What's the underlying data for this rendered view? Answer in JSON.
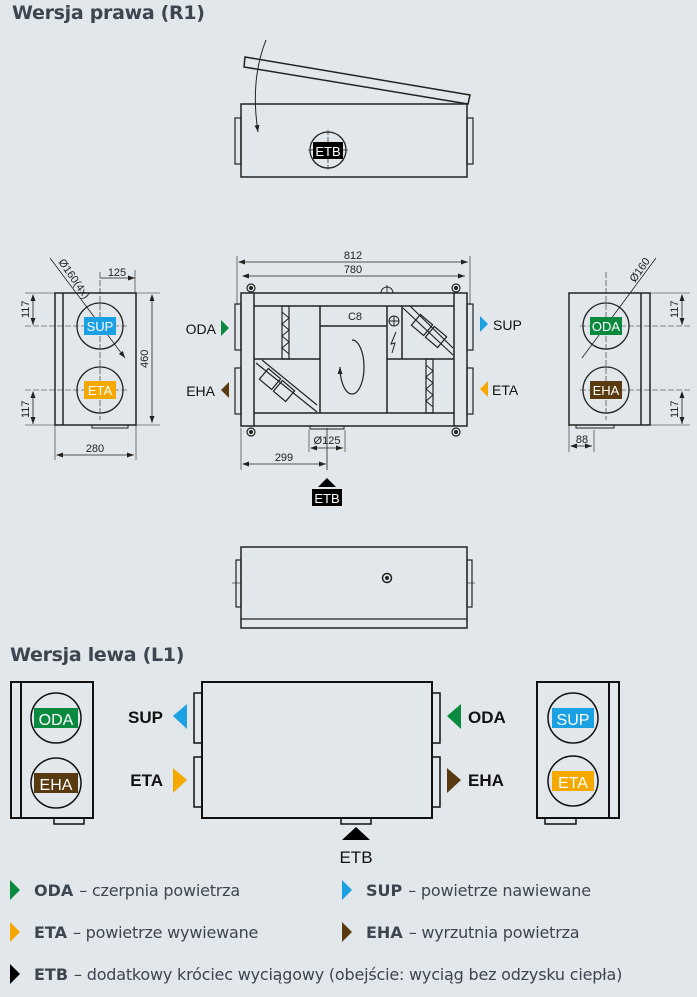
{
  "sections": {
    "right": {
      "title": "Wersja prawa (R1)"
    },
    "left": {
      "title": "Wersja lewa (L1)"
    }
  },
  "colors": {
    "ODA": "#0a8a3e",
    "SUP": "#1ba1e2",
    "ETA": "#f5a800",
    "EHA": "#5a3a10",
    "ETB": "#000000",
    "line": "#222222",
    "background": "#e1e7ea"
  },
  "ports": {
    "ODA": "ODA",
    "SUP": "SUP",
    "ETA": "ETA",
    "EHA": "EHA",
    "ETB": "ETB"
  },
  "dimensions": {
    "side_left_diameter": "Ø160(4x)",
    "side_left_width_top": "125",
    "side_left_top_offset": "117",
    "side_left_bottom_offset": "117",
    "side_left_height": "460",
    "side_left_width": "280",
    "front_overall": "812",
    "front_inner": "780",
    "front_fan_label": "C8",
    "front_etb_diameter": "Ø125",
    "front_etb_offset": "299",
    "side_right_diameter": "Ø160",
    "side_right_top_offset": "117",
    "side_right_bottom_offset": "117",
    "side_right_offset": "88"
  },
  "legend": [
    {
      "code": "ODA",
      "desc": "– czerpnia powietrza",
      "color": "#0a8a3e"
    },
    {
      "code": "SUP",
      "desc": "– powietrze nawiewane",
      "color": "#1ba1e2"
    },
    {
      "code": "ETA",
      "desc": "– powietrze wywiewane",
      "color": "#f5a800"
    },
    {
      "code": "EHA",
      "desc": "– wyrzutnia powietrza",
      "color": "#5a3a10"
    },
    {
      "code": "ETB",
      "desc": "– dodatkowy króciec wyciągowy (obejście: wyciąg bez odzysku ciepła)",
      "color": "#000000"
    }
  ]
}
